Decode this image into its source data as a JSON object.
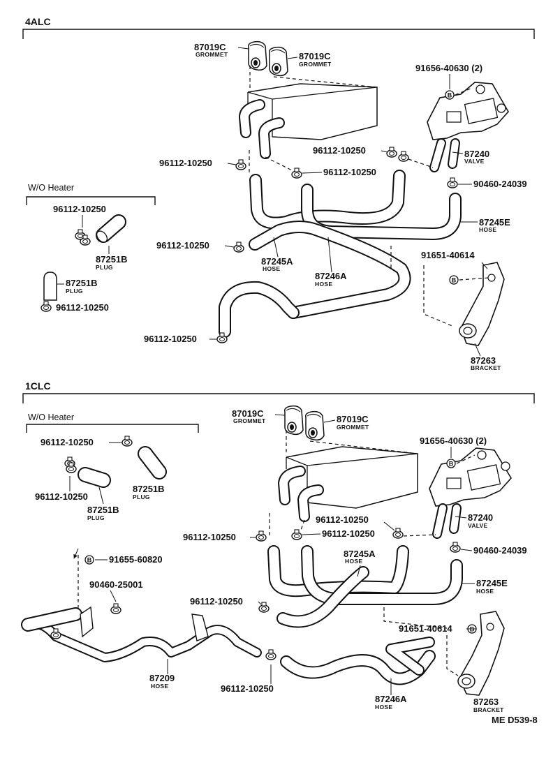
{
  "sections": {
    "top": {
      "label": "4ALC",
      "wo_heater": "W/O Heater",
      "parts": {
        "grommet1": {
          "num": "87019C",
          "sub": "GROMMET"
        },
        "grommet2": {
          "num": "87019C",
          "sub": "GROMMET"
        },
        "bolt": {
          "num": "91656-40630 (2)"
        },
        "valve": {
          "num": "87240",
          "sub": "VALVE"
        },
        "clip_valve": {
          "num": "96112-10250"
        },
        "clip_left": {
          "num": "96112-10250"
        },
        "clip_mid": {
          "num": "96112-10250"
        },
        "clamp": {
          "num": "90460-24039"
        },
        "hose_e": {
          "num": "87245E",
          "sub": "HOSE"
        },
        "clip_hose_a": {
          "num": "96112-10250"
        },
        "hose_a": {
          "num": "87245A",
          "sub": "HOSE"
        },
        "hose_46a": {
          "num": "87246A",
          "sub": "HOSE"
        },
        "bolt_bracket": {
          "num": "91651-40614"
        },
        "clip_bottom": {
          "num": "96112-10250"
        },
        "bracket": {
          "num": "87263",
          "sub": "BRACKET"
        },
        "wo_clip1": {
          "num": "96112-10250"
        },
        "wo_plug1": {
          "num": "87251B",
          "sub": "PLUG"
        },
        "wo_plug2": {
          "num": "87251B",
          "sub": "PLUG"
        },
        "wo_clip2": {
          "num": "96112-10250"
        }
      }
    },
    "bottom": {
      "label": "1CLC",
      "wo_heater": "W/O Heater",
      "parts": {
        "grommet1": {
          "num": "87019C",
          "sub": "GROMMET"
        },
        "grommet2": {
          "num": "87019C",
          "sub": "GROMMET"
        },
        "bolt": {
          "num": "91656-40630 (2)"
        },
        "valve": {
          "num": "87240",
          "sub": "VALVE"
        },
        "clip_valve": {
          "num": "96112-10250"
        },
        "clip_left": {
          "num": "96112-10250"
        },
        "clip_mid": {
          "num": "96112-10250"
        },
        "hose_a": {
          "num": "87245A",
          "sub": "HOSE"
        },
        "clamp": {
          "num": "90460-24039"
        },
        "hose_e": {
          "num": "87245E",
          "sub": "HOSE"
        },
        "bolt_pipe": {
          "num": "91655-60820"
        },
        "clamp_pipe": {
          "num": "90460-25001"
        },
        "clip_hose": {
          "num": "96112-10250"
        },
        "bolt_bracket": {
          "num": "91651-40614"
        },
        "hose_209": {
          "num": "87209",
          "sub": "HOSE"
        },
        "clip_bottom": {
          "num": "96112-10250"
        },
        "hose_46a": {
          "num": "87246A",
          "sub": "HOSE"
        },
        "bracket": {
          "num": "87263",
          "sub": "BRACKET"
        },
        "wo_clip1": {
          "num": "96112-10250"
        },
        "wo_clip2": {
          "num": "96112-10250"
        },
        "wo_plug1": {
          "num": "87251B",
          "sub": "PLUG"
        },
        "wo_plug2": {
          "num": "87251B",
          "sub": "PLUG"
        }
      }
    }
  },
  "footer": {
    "code": "ME  D539-8"
  }
}
